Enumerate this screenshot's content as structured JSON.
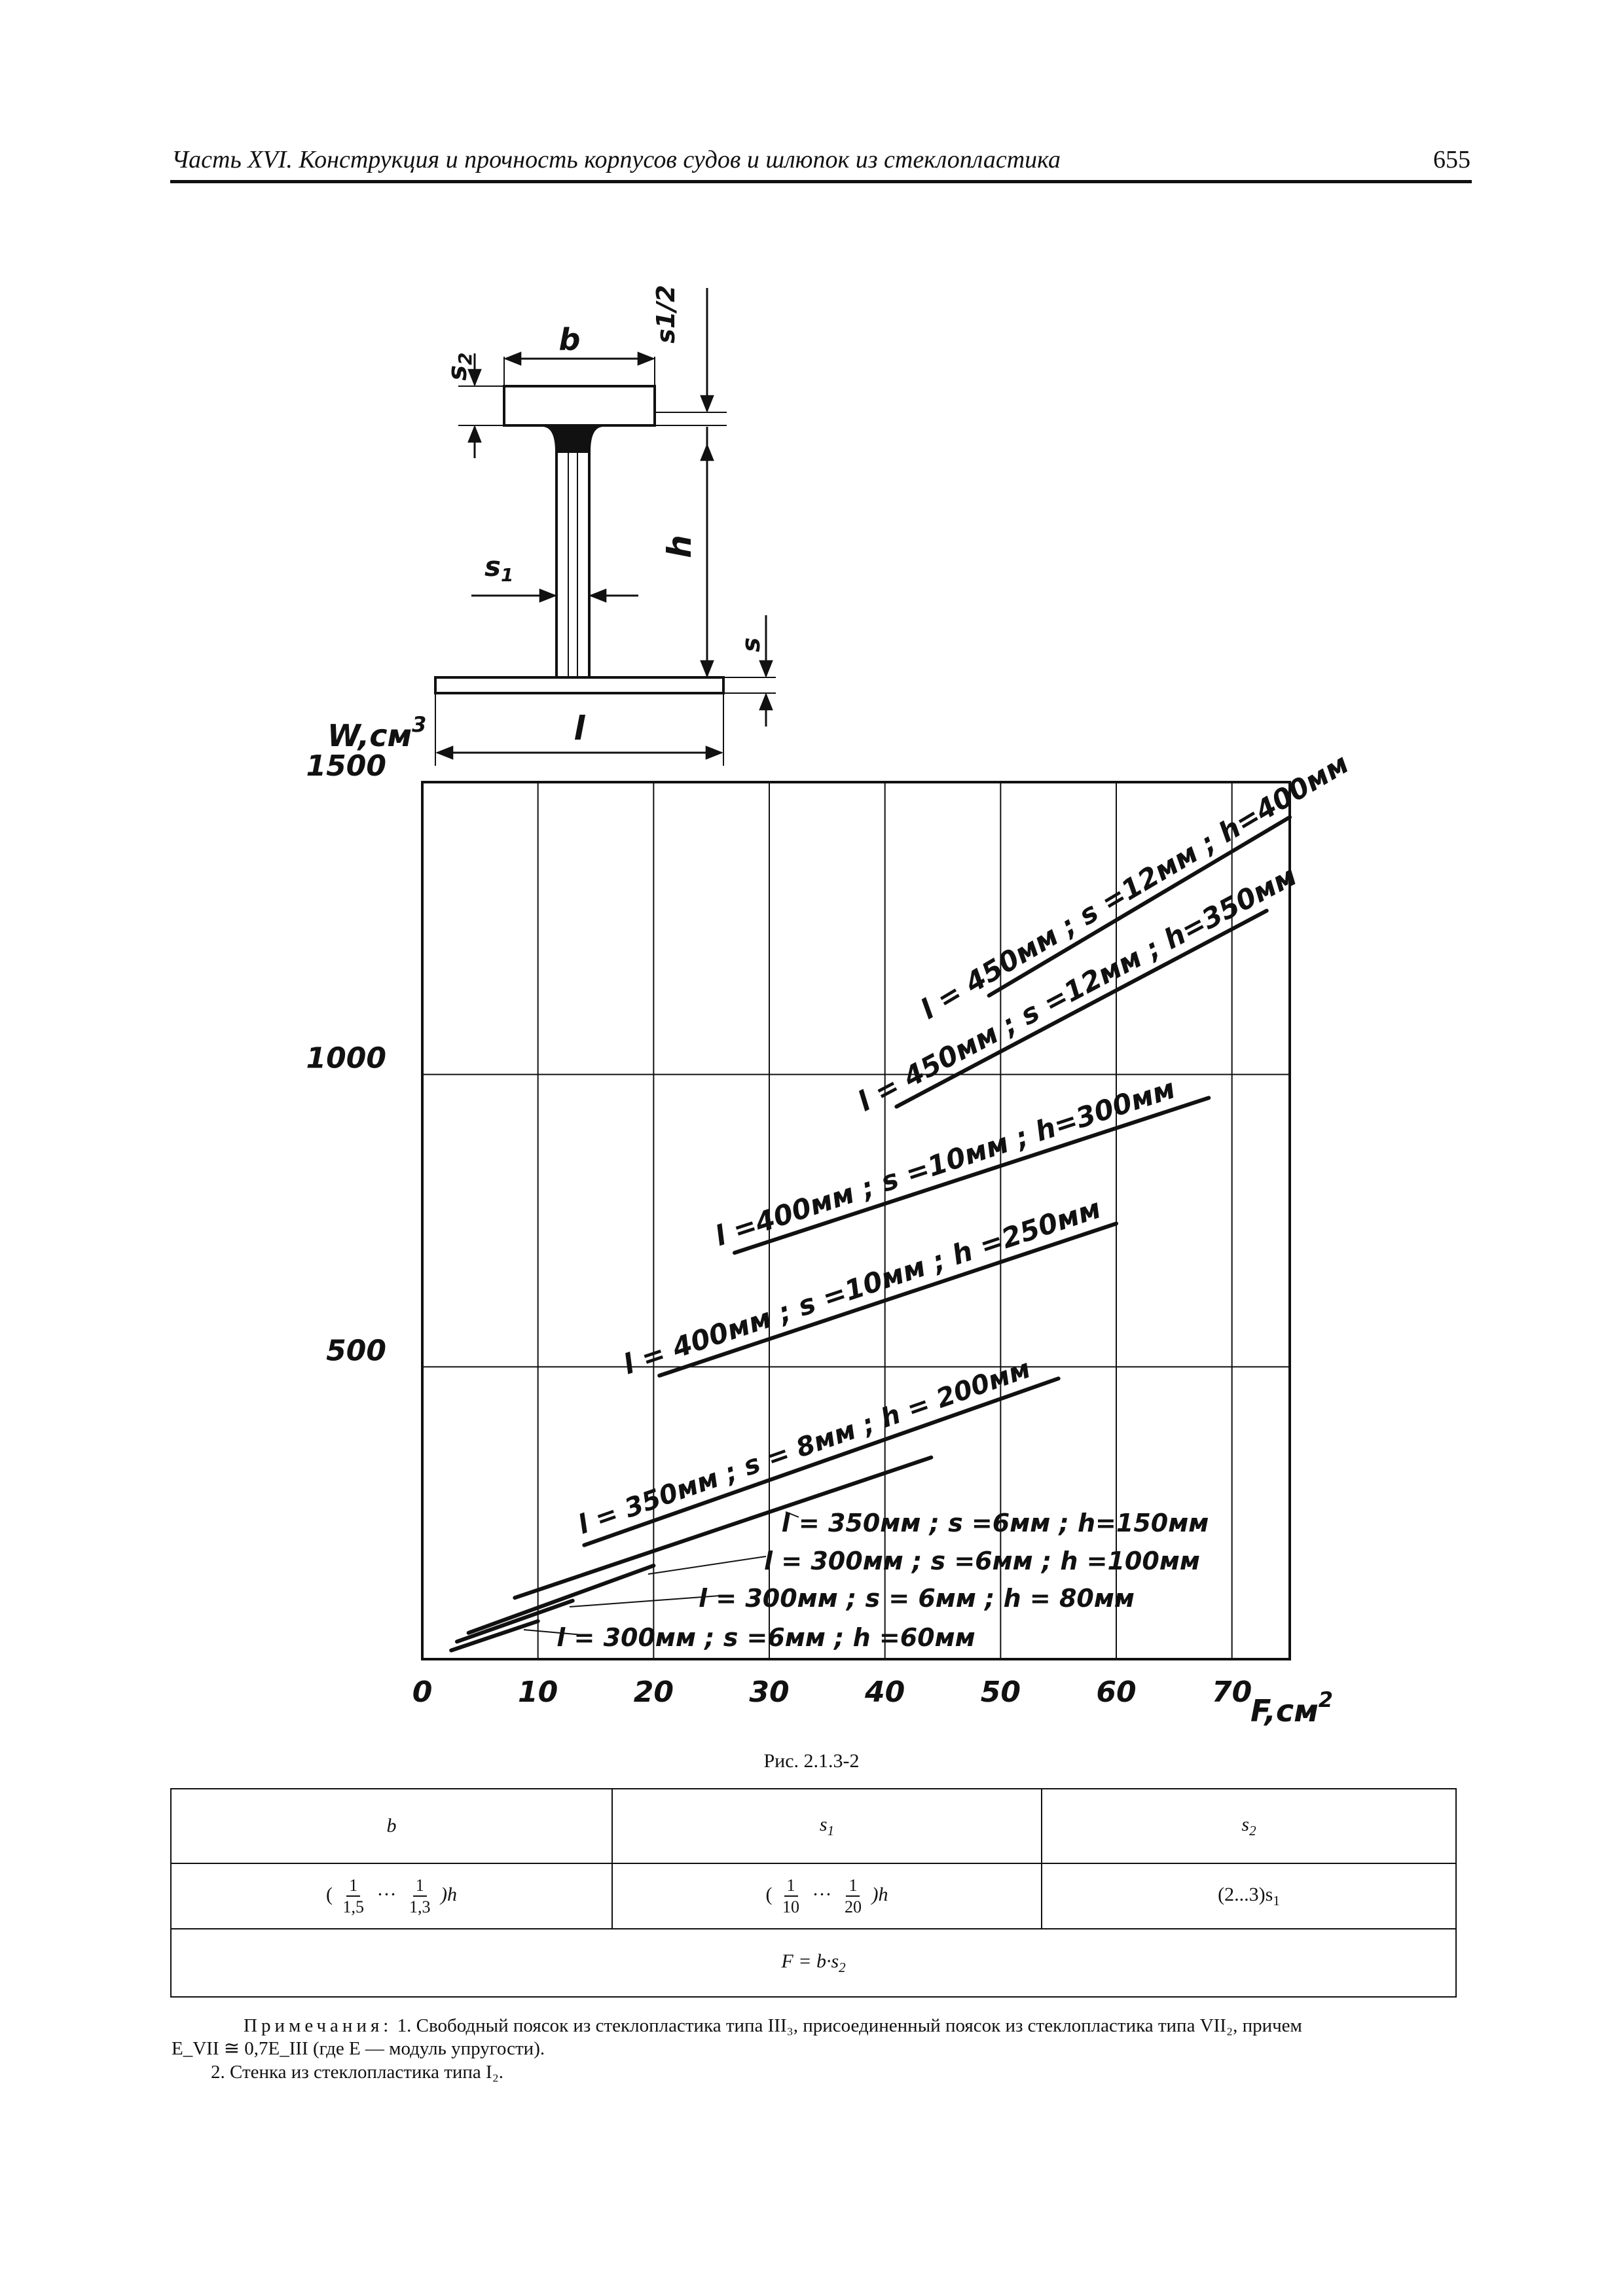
{
  "header": {
    "title": "Часть XVI. Конструкция и прочность корпусов судов и шлюпок из стеклопластика",
    "page_number": "655"
  },
  "section_sketch": {
    "labels": {
      "b": "b",
      "s1": "s",
      "s1_sub": "1",
      "s2": "s",
      "s2_sub": "2",
      "s1_half": "s1/2",
      "h": "h",
      "s": "s",
      "l": "l"
    }
  },
  "chart_data": {
    "type": "line",
    "ylabel": "W,см",
    "ylabel_sup": "3",
    "xlabel": "F,см",
    "xlabel_sup": "2",
    "xlim": [
      0,
      75
    ],
    "ylim": [
      0,
      1500
    ],
    "x_ticks": [
      0,
      10,
      20,
      30,
      40,
      50,
      60,
      70
    ],
    "x_tick_labels": [
      "0",
      "10",
      "20",
      "30",
      "40",
      "50",
      "60",
      "70"
    ],
    "y_ticks": [
      500,
      1000,
      1500
    ],
    "y_tick_labels": [
      "500",
      "1000",
      "1500"
    ],
    "grid": true,
    "series": [
      {
        "name": "l = 450мм ; s =12мм ; h=400мм",
        "x": [
          49,
          75
        ],
        "y": [
          1135,
          1440
        ]
      },
      {
        "name": "l = 450мм ; s =12мм ; h=350мм",
        "x": [
          41,
          73
        ],
        "y": [
          945,
          1280
        ]
      },
      {
        "name": "l =400мм ; s =10мм ; h=300мм",
        "x": [
          27,
          68
        ],
        "y": [
          695,
          960
        ]
      },
      {
        "name": "l = 400мм ; s =10мм ; h =250мм",
        "x": [
          20.5,
          60
        ],
        "y": [
          485,
          745
        ]
      },
      {
        "name": "l = 350мм ; s = 8мм ; h = 200мм",
        "x": [
          14,
          55
        ],
        "y": [
          195,
          480
        ]
      },
      {
        "name": "l = 350мм ; s =6мм ; h=150мм",
        "x": [
          8,
          44
        ],
        "y": [
          105,
          345
        ]
      },
      {
        "name": "l = 300мм ; s =6мм ; h =100мм",
        "x": [
          4,
          20
        ],
        "y": [
          45,
          160
        ]
      },
      {
        "name": "l = 300мм ; s = 6мм ; h = 80мм",
        "x": [
          3,
          13
        ],
        "y": [
          30,
          100
        ]
      },
      {
        "name": "l = 300мм ; s =6мм ; h =60мм",
        "x": [
          2.5,
          10
        ],
        "y": [
          15,
          65
        ]
      }
    ]
  },
  "figure": {
    "caption": "Рис. 2.1.3-2"
  },
  "table": {
    "headers": {
      "b": "b",
      "s1": "s",
      "s1_sub": "1",
      "s2": "s",
      "s2_sub": "2"
    },
    "b_formula": {
      "open": "(",
      "n1": "1",
      "d1": "1,5",
      "dots": "···",
      "n2": "1",
      "d2": "1,3",
      "close": ")h"
    },
    "s1_formula": {
      "open": "(",
      "n1": "1",
      "d1": "10",
      "dots": "···",
      "n2": "1",
      "d2": "20",
      "close": ")h"
    },
    "s2_formula": {
      "text": "(2...3)s",
      "sub": "1"
    },
    "area_formula": {
      "text": "F = b·s",
      "sub": "2"
    }
  },
  "notes": {
    "label": "Примечания:",
    "line1": " 1. Свободный поясок из стеклопластика типа III₃, присоединенный поясок из стеклопластика типа VII₂, причем",
    "line2": "E_VII ≅ 0,7E_III (где E — модуль упругости).",
    "line3": "2. Стенка из стеклопластика типа I₂."
  }
}
